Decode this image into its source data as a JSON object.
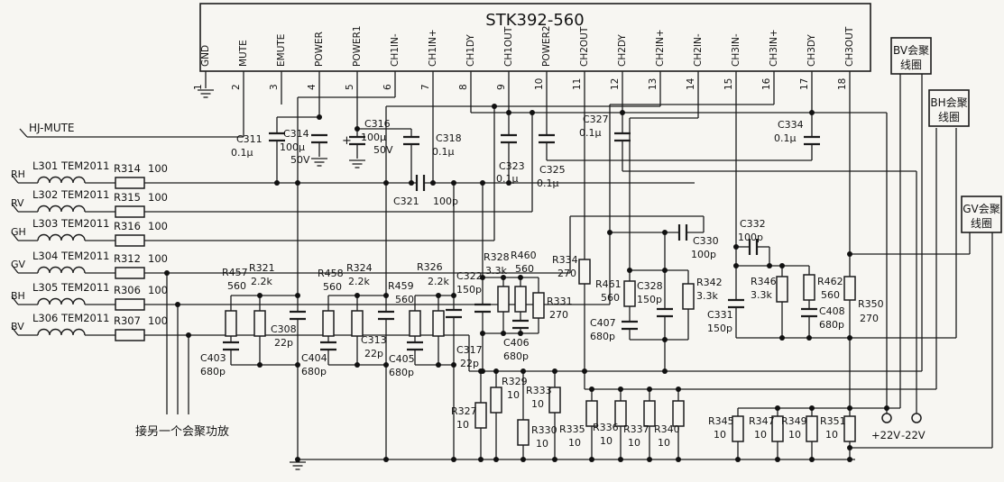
{
  "title": "STK392-560",
  "hj_mute": "HJ-MUTE",
  "note": "接另一个会聚功放",
  "plus": "+",
  "supplies": [
    "+22V",
    "-22V"
  ],
  "coil_boxes": [
    {
      "l1": "BV会聚",
      "l2": "线圈"
    },
    {
      "l1": "BH会聚",
      "l2": "线圈"
    },
    {
      "l1": "GV会聚",
      "l2": "线圈"
    }
  ],
  "pins": [
    {
      "num": "1",
      "name": "GND"
    },
    {
      "num": "2",
      "name": "MUTE"
    },
    {
      "num": "3",
      "name": "EMUTE"
    },
    {
      "num": "4",
      "name": "POWER"
    },
    {
      "num": "5",
      "name": "POWER1"
    },
    {
      "num": "6",
      "name": "CH1IN-"
    },
    {
      "num": "7",
      "name": "CH1IN+"
    },
    {
      "num": "8",
      "name": "CH1DY"
    },
    {
      "num": "9",
      "name": "CH1OUT"
    },
    {
      "num": "10",
      "name": "POWER2"
    },
    {
      "num": "11",
      "name": "CH2OUT"
    },
    {
      "num": "12",
      "name": "CH2DY"
    },
    {
      "num": "13",
      "name": "CH2IN+"
    },
    {
      "num": "14",
      "name": "CH2IN-"
    },
    {
      "num": "15",
      "name": "CH3IN-"
    },
    {
      "num": "16",
      "name": "CH3IN+"
    },
    {
      "num": "17",
      "name": "CH3DY"
    },
    {
      "num": "18",
      "name": "CH3OUT"
    }
  ],
  "inputs": [
    {
      "ch": "RH",
      "coil": "L301 TEM2011",
      "res": "R314",
      "val": "100"
    },
    {
      "ch": "RV",
      "coil": "L302 TEM2011",
      "res": "R315",
      "val": "100"
    },
    {
      "ch": "GH",
      "coil": "L303 TEM2011",
      "res": "R316",
      "val": "100"
    },
    {
      "ch": "GV",
      "coil": "L304 TEM2011",
      "res": "R312",
      "val": "100"
    },
    {
      "ch": "BH",
      "coil": "L305 TEM2011",
      "res": "R306",
      "val": "100"
    },
    {
      "ch": "BV",
      "coil": "L306 TEM2011",
      "res": "R307",
      "val": "100"
    }
  ],
  "parts": [
    {
      "name": "C311",
      "value": "0.1μ"
    },
    {
      "name": "C314",
      "value": "100μ",
      "volt": "50V"
    },
    {
      "name": "C316",
      "value": "100μ",
      "volt": "50V"
    },
    {
      "name": "C318",
      "value": "0.1μ"
    },
    {
      "name": "C321",
      "value": "100p"
    },
    {
      "name": "C323",
      "value": "0.1μ"
    },
    {
      "name": "C325",
      "value": "0.1μ"
    },
    {
      "name": "C327",
      "value": "0.1μ"
    },
    {
      "name": "C330",
      "value": "100p"
    },
    {
      "name": "C332",
      "value": "100p"
    },
    {
      "name": "C334",
      "value": "0.1μ"
    },
    {
      "name": "R457",
      "value": "560"
    },
    {
      "name": "R321",
      "value": "2.2k"
    },
    {
      "name": "C403",
      "value": "680p"
    },
    {
      "name": "C308",
      "value": "22p"
    },
    {
      "name": "R458",
      "value": "560"
    },
    {
      "name": "R324",
      "value": "2.2k"
    },
    {
      "name": "C404",
      "value": "680p"
    },
    {
      "name": "C313",
      "value": "22p"
    },
    {
      "name": "R459",
      "value": "560"
    },
    {
      "name": "R326",
      "value": "2.2k"
    },
    {
      "name": "C405",
      "value": "680p"
    },
    {
      "name": "C317",
      "value": "22p"
    },
    {
      "name": "C322",
      "value": "150p"
    },
    {
      "name": "R328",
      "value": "3.3k"
    },
    {
      "name": "R460",
      "value": "560"
    },
    {
      "name": "C406",
      "value": "680p"
    },
    {
      "name": "R331",
      "value": "270"
    },
    {
      "name": "R334",
      "value": "270"
    },
    {
      "name": "R461",
      "value": "560"
    },
    {
      "name": "C328",
      "value": "150p"
    },
    {
      "name": "C407",
      "value": "680p"
    },
    {
      "name": "R342",
      "value": "3.3k"
    },
    {
      "name": "C331",
      "value": "150p"
    },
    {
      "name": "R346",
      "value": "3.3k"
    },
    {
      "name": "R462",
      "value": "560"
    },
    {
      "name": "C408",
      "value": "680p"
    },
    {
      "name": "R350",
      "value": "270"
    },
    {
      "name": "R327",
      "value": "10"
    },
    {
      "name": "R329",
      "value": "10"
    },
    {
      "name": "R330",
      "value": "10"
    },
    {
      "name": "R333",
      "value": "10"
    },
    {
      "name": "R335",
      "value": "10"
    },
    {
      "name": "R336",
      "value": "10"
    },
    {
      "name": "R337",
      "value": "10"
    },
    {
      "name": "R340",
      "value": "10"
    },
    {
      "name": "R345",
      "value": "10"
    },
    {
      "name": "R347",
      "value": "10"
    },
    {
      "name": "R349",
      "value": "10"
    },
    {
      "name": "R351",
      "value": "10"
    }
  ]
}
